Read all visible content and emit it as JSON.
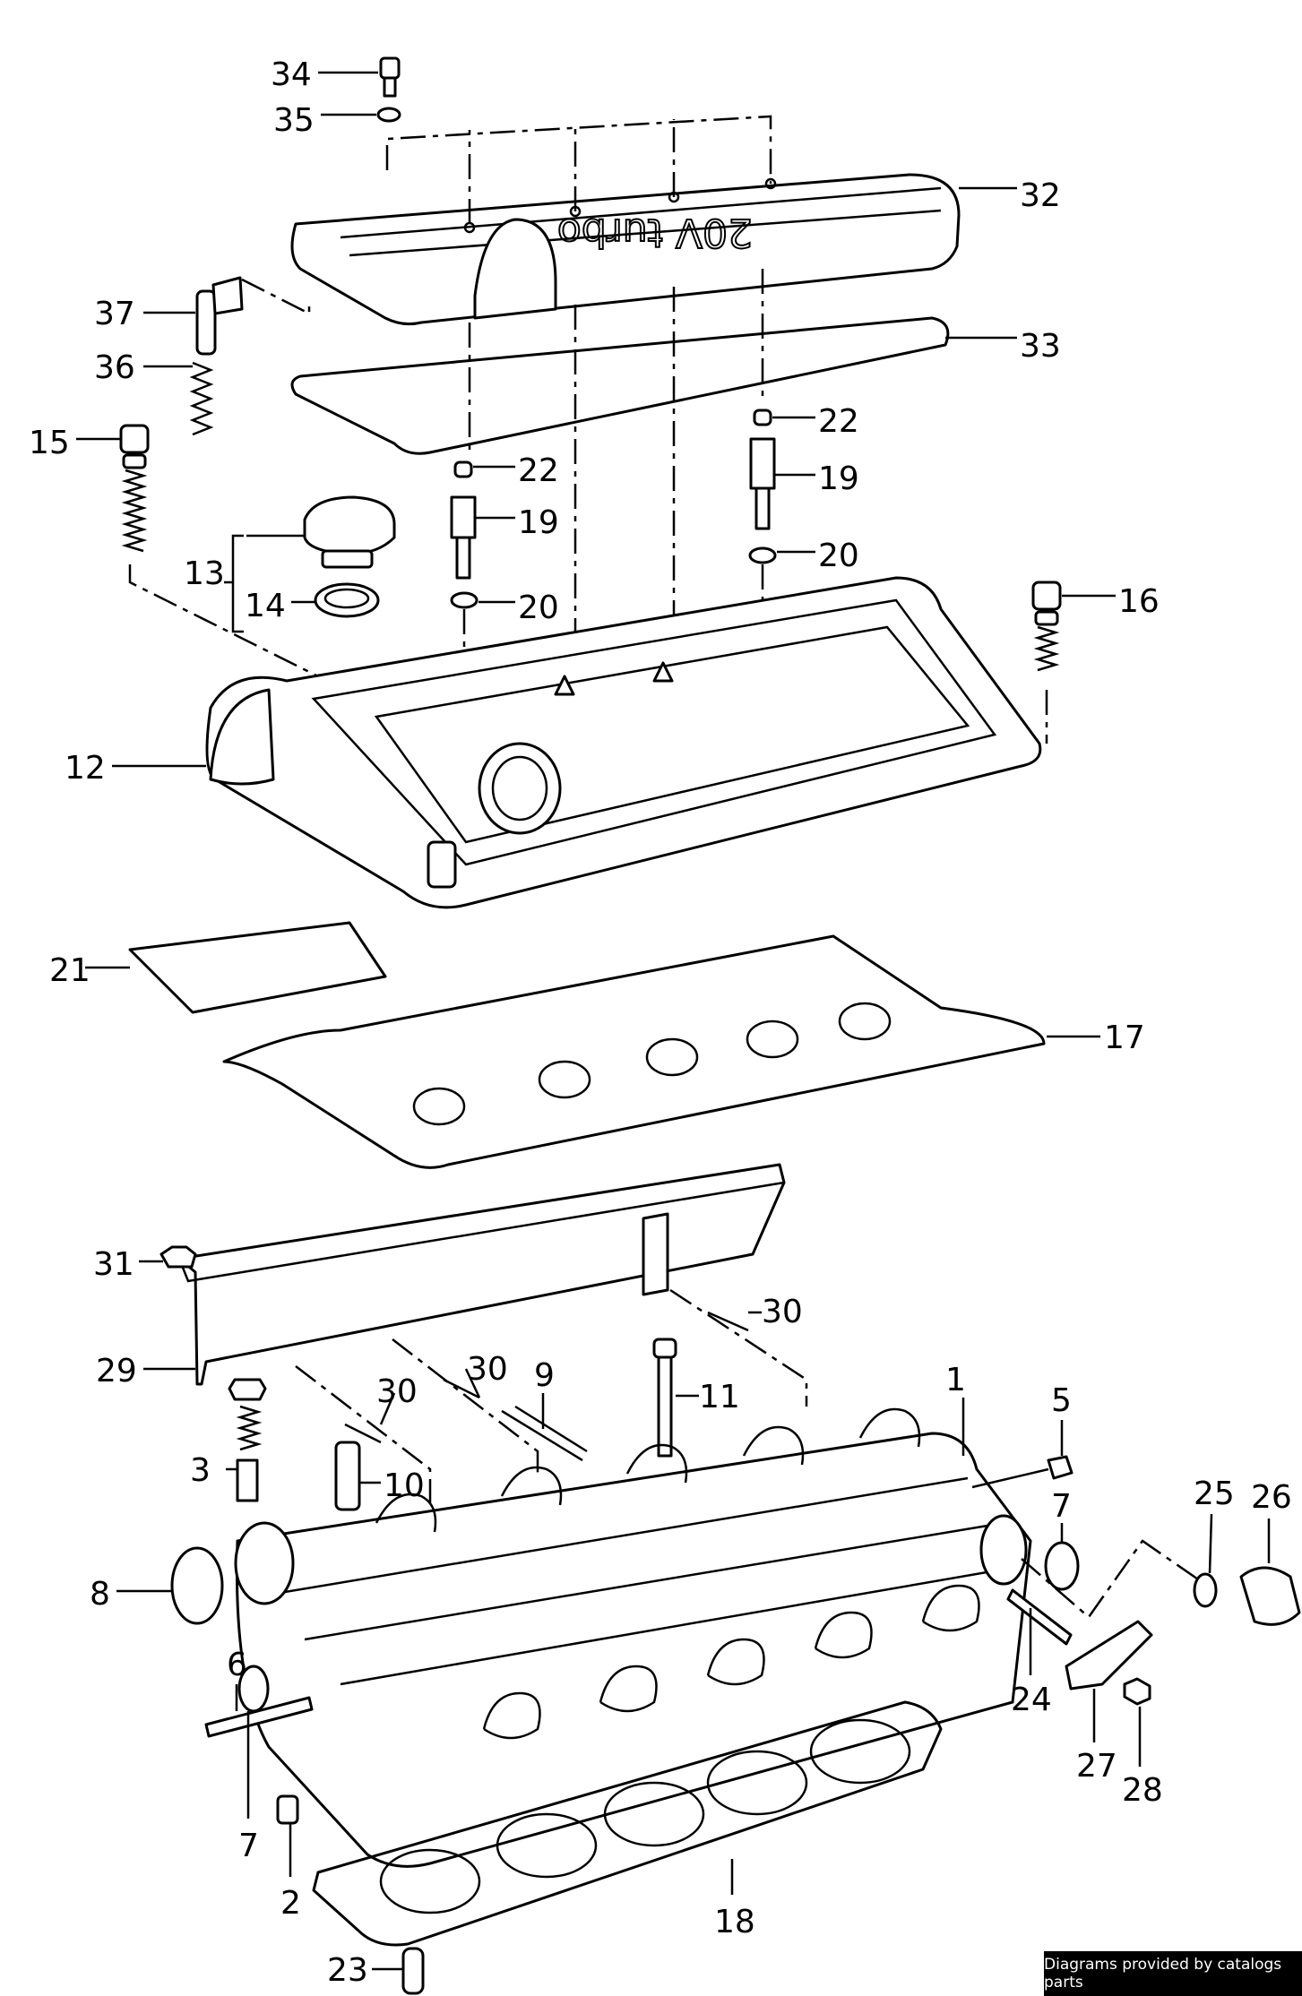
{
  "diagram": {
    "cover_text": "20V turbo",
    "labels": [
      {
        "id": "34",
        "text": "34"
      },
      {
        "id": "35",
        "text": "35"
      },
      {
        "id": "32",
        "text": "32"
      },
      {
        "id": "37",
        "text": "37"
      },
      {
        "id": "33",
        "text": "33"
      },
      {
        "id": "36",
        "text": "36"
      },
      {
        "id": "15",
        "text": "15"
      },
      {
        "id": "22a",
        "text": "22"
      },
      {
        "id": "22b",
        "text": "22"
      },
      {
        "id": "19a",
        "text": "19"
      },
      {
        "id": "19b",
        "text": "19"
      },
      {
        "id": "13",
        "text": "13"
      },
      {
        "id": "20a",
        "text": "20"
      },
      {
        "id": "20b",
        "text": "20"
      },
      {
        "id": "14",
        "text": "14"
      },
      {
        "id": "16",
        "text": "16"
      },
      {
        "id": "12",
        "text": "12"
      },
      {
        "id": "21",
        "text": "21"
      },
      {
        "id": "17",
        "text": "17"
      },
      {
        "id": "31",
        "text": "31"
      },
      {
        "id": "30a",
        "text": "30"
      },
      {
        "id": "29",
        "text": "29"
      },
      {
        "id": "30b",
        "text": "30"
      },
      {
        "id": "30c",
        "text": "30"
      },
      {
        "id": "9",
        "text": "9"
      },
      {
        "id": "11",
        "text": "11"
      },
      {
        "id": "1",
        "text": "1"
      },
      {
        "id": "5",
        "text": "5"
      },
      {
        "id": "3",
        "text": "3"
      },
      {
        "id": "10",
        "text": "10"
      },
      {
        "id": "7a",
        "text": "7"
      },
      {
        "id": "25",
        "text": "25"
      },
      {
        "id": "26",
        "text": "26"
      },
      {
        "id": "8",
        "text": "8"
      },
      {
        "id": "6",
        "text": "6"
      },
      {
        "id": "24",
        "text": "24"
      },
      {
        "id": "27",
        "text": "27"
      },
      {
        "id": "28",
        "text": "28"
      },
      {
        "id": "7b",
        "text": "7"
      },
      {
        "id": "2",
        "text": "2"
      },
      {
        "id": "18",
        "text": "18"
      },
      {
        "id": "23",
        "text": "23"
      }
    ]
  },
  "footer": {
    "credit": "Diagrams provided by catalogs parts"
  }
}
